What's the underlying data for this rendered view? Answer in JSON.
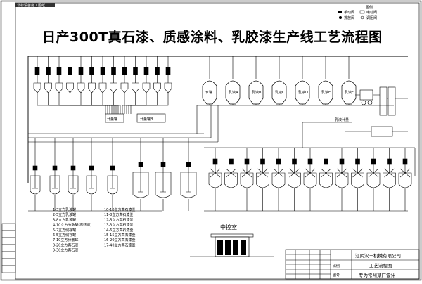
{
  "title": "日产300T真石漆、质感涂料、乳胶漆生产线工艺流程图",
  "header_strip": "非标设备施工图纸",
  "legend": {
    "heading": "图例",
    "items": [
      "手动阀",
      "电动阀",
      "排放阀",
      "调压阀"
    ]
  },
  "storage_tanks": [
    {
      "label": "水罐"
    },
    {
      "label": "乳液A"
    },
    {
      "label": "乳液B"
    },
    {
      "label": "乳液C"
    },
    {
      "label": "乳液D"
    },
    {
      "label": "乳液E"
    },
    {
      "label": "乳液F"
    }
  ],
  "flow_tags": [
    "计量罐",
    "计量罐B",
    "乳液计量"
  ],
  "notes_left": [
    "1-3立方乳液罐",
    "2-5立方乳液罐",
    "3-8立方乳液罐",
    "4-10立方分散罐(高转速)",
    "5-2立方储存罐",
    "6-5立方储存罐",
    "7-10立方分散缸",
    "8-20立方真石漆",
    "9-30立方真石漆"
  ],
  "notes_right": [
    "10-10立方真石漆釜",
    "11-8立方真石漆釜",
    "12-5立方真石漆釜",
    "13-3立方真石漆釜",
    "14-6立方真石漆釜",
    "15-15立方真石漆釜",
    "16-20立方真石漆釜",
    "17-40立方真石漆釜"
  ],
  "control_room": {
    "label": "中控室"
  },
  "title_block": {
    "company": "江阴汉丰机械有限公司",
    "drawing_name": "工艺流程图",
    "designer_note": "专为常州某厂设计",
    "side_labels": [
      "比例",
      "图号"
    ]
  },
  "colors": {
    "line": "#000000",
    "background": "#ffffff",
    "header_fill": "#333333"
  }
}
